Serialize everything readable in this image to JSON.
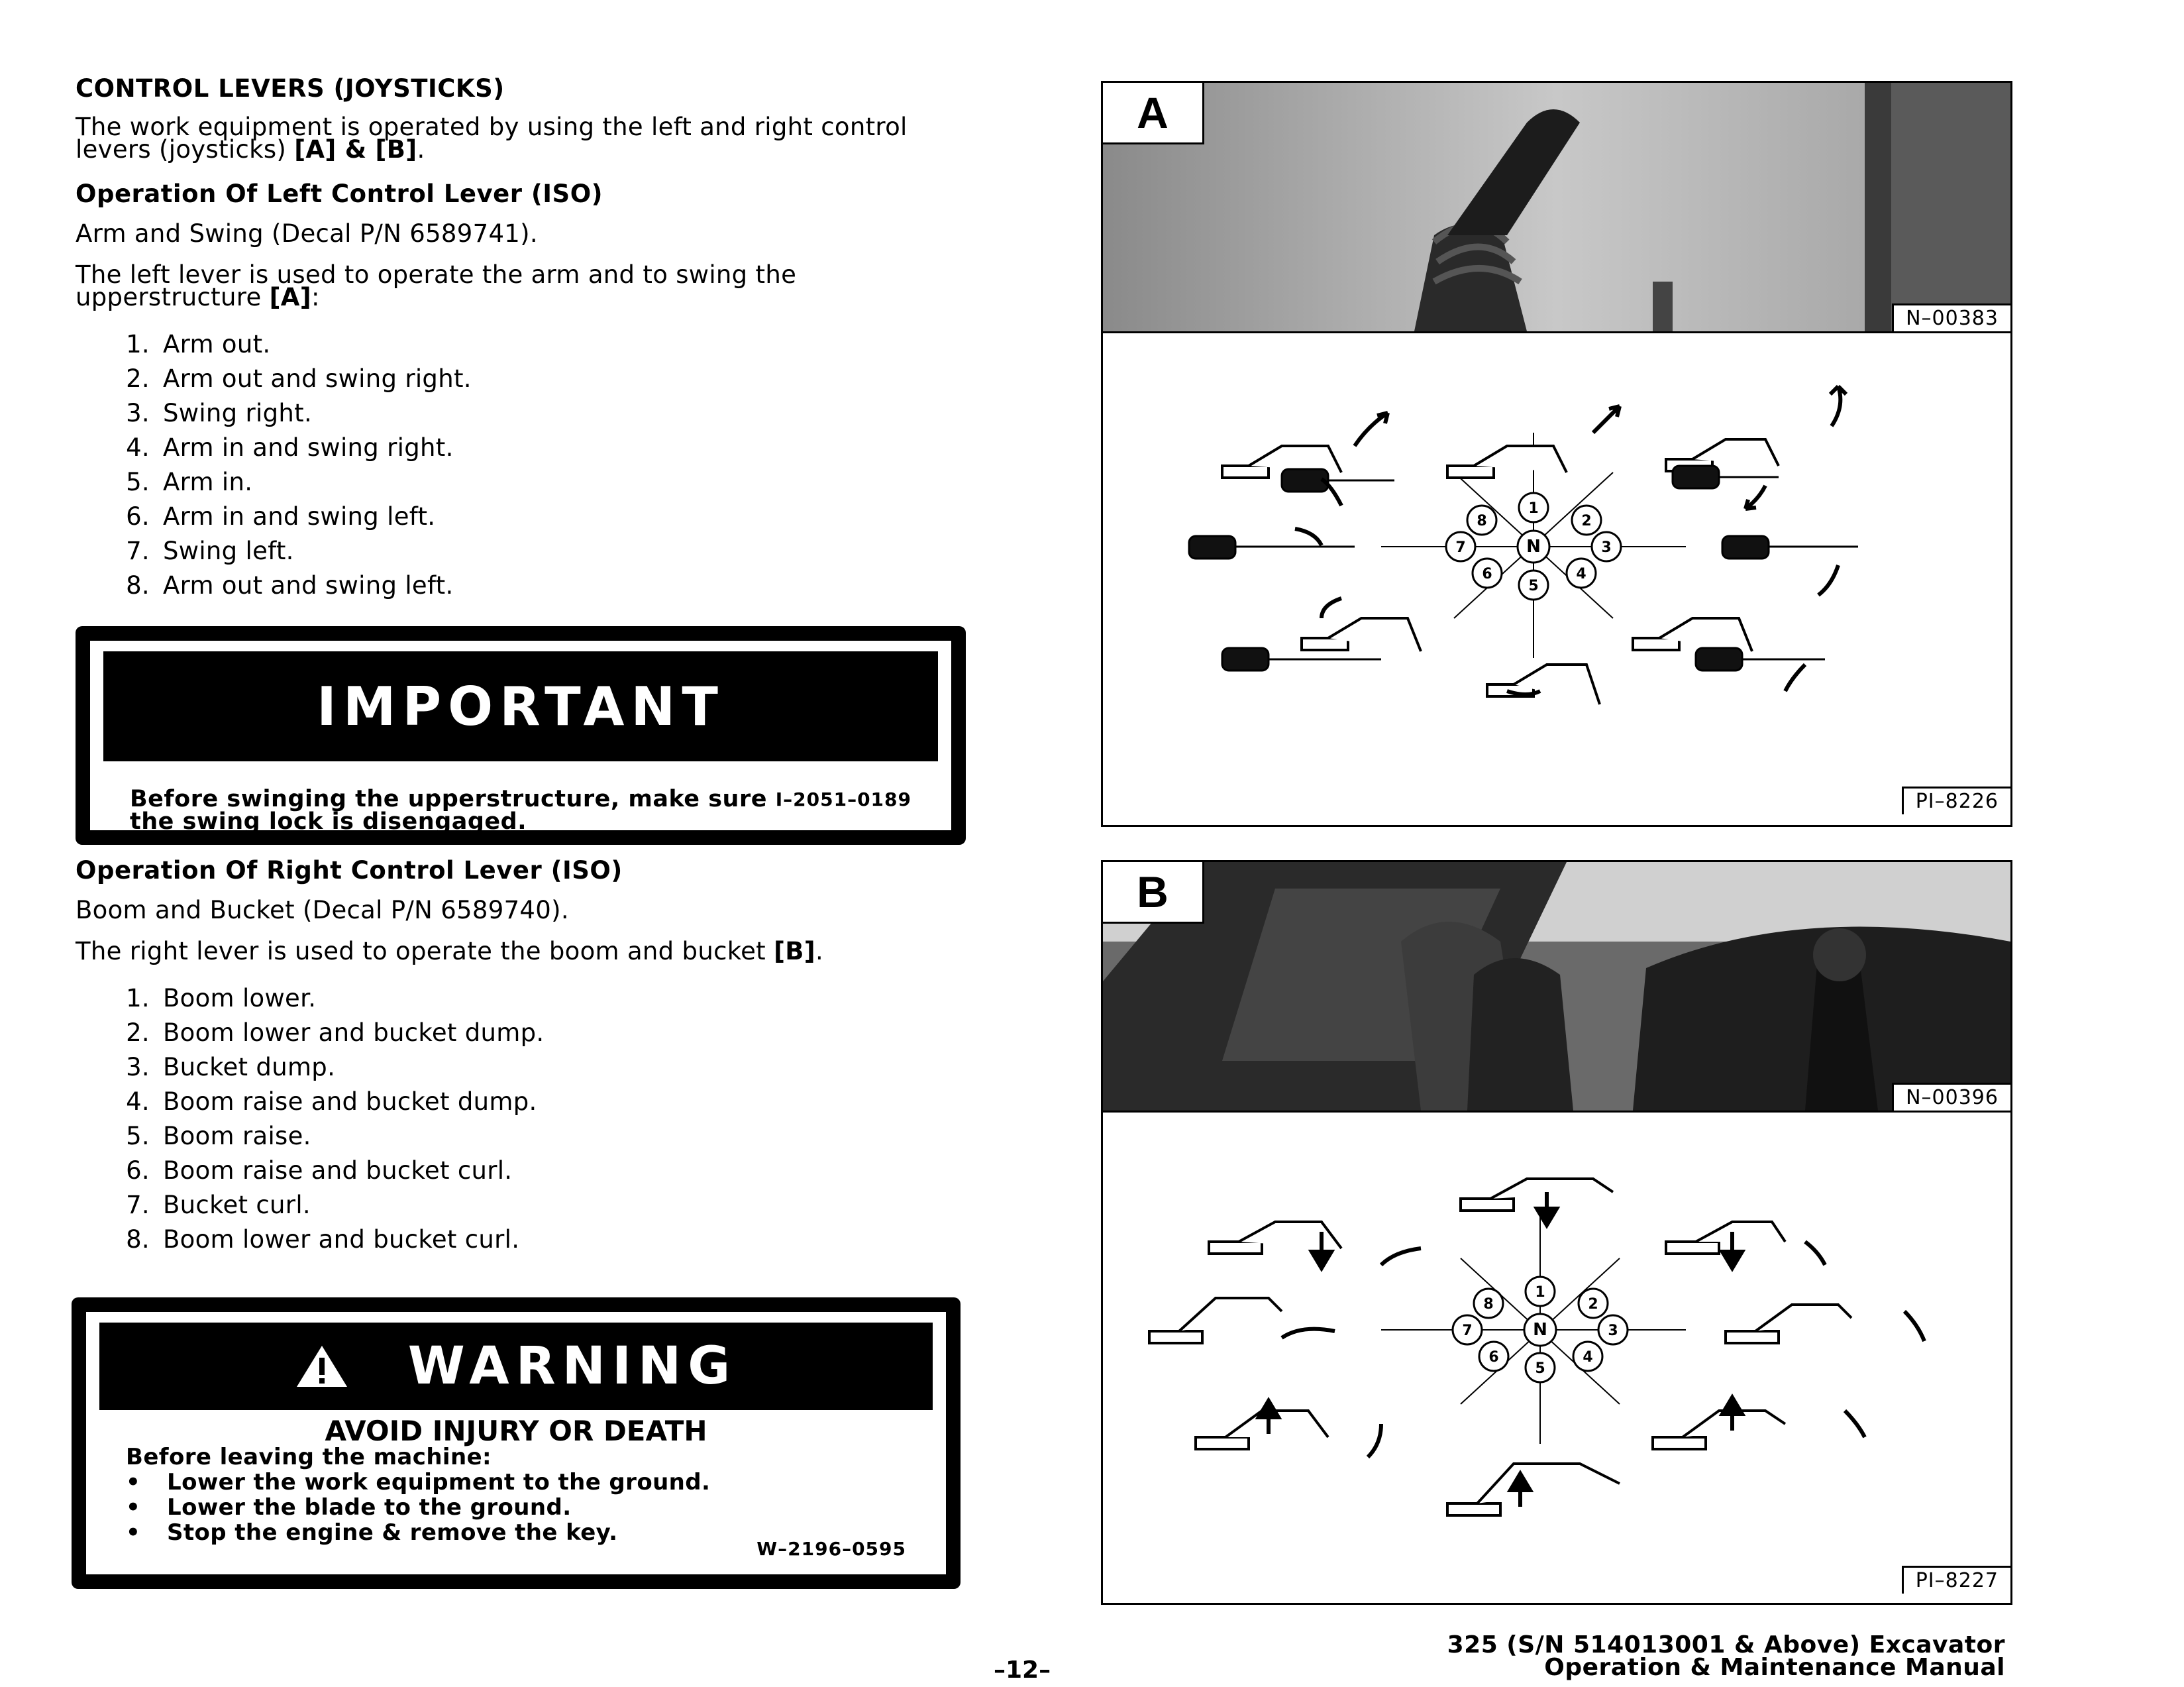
{
  "left": {
    "title": "CONTROL LEVERS (JOYSTICKS)",
    "intro_text": "The work equipment is operated by using the left and right control levers (joysticks) ",
    "intro_ref": "[A] & [B]",
    "intro_end": ".",
    "left_heading": "Operation Of Left Control Lever (ISO)",
    "left_decal": "Arm and Swing (Decal P/N 6589741).",
    "left_desc": "The left lever is used to operate the arm and to swing the upperstructure ",
    "left_desc_ref": "[A]",
    "left_desc_end": ":",
    "left_steps": [
      {
        "n": "1.",
        "t": "Arm out."
      },
      {
        "n": "2.",
        "t": "Arm out and swing right."
      },
      {
        "n": "3.",
        "t": "Swing right."
      },
      {
        "n": "4.",
        "t": "Arm in and swing right."
      },
      {
        "n": "5.",
        "t": "Arm in."
      },
      {
        "n": "6.",
        "t": "Arm in and swing left."
      },
      {
        "n": "7.",
        "t": "Swing left."
      },
      {
        "n": "8.",
        "t": "Arm out and swing left."
      }
    ],
    "right_heading": "Operation Of Right Control Lever (ISO)",
    "right_decal": "Boom and Bucket (Decal P/N 6589740).",
    "right_desc": "The right lever is used to operate the boom and bucket ",
    "right_desc_ref": "[B]",
    "right_desc_end": ".",
    "right_steps": [
      {
        "n": "1.",
        "t": "Boom lower."
      },
      {
        "n": "2.",
        "t": "Boom lower and bucket dump."
      },
      {
        "n": "3.",
        "t": "Bucket dump."
      },
      {
        "n": "4.",
        "t": "Boom raise and bucket dump."
      },
      {
        "n": "5.",
        "t": "Boom raise."
      },
      {
        "n": "6.",
        "t": "Boom raise and bucket curl."
      },
      {
        "n": "7.",
        "t": "Bucket curl."
      },
      {
        "n": "8.",
        "t": "Boom lower and bucket curl."
      }
    ]
  },
  "important": {
    "banner": "IMPORTANT",
    "line1": "Before swinging the upperstructure, make sure",
    "line2": "the swing lock is disengaged.",
    "code": "I–2051–0189"
  },
  "warning": {
    "banner": "WARNING",
    "title": "AVOID INJURY OR DEATH",
    "lead": "Before leaving the machine:",
    "bullets": [
      "Lower the work equipment to the ground.",
      "Lower the blade to the ground.",
      "Stop the engine & remove the key."
    ],
    "code": "W–2196–0595",
    "icon": "warning-triangle-icon"
  },
  "figures": {
    "a": {
      "letter": "A",
      "photo_ref": "N–00383",
      "diagram_ref": "PI–8226"
    },
    "b": {
      "letter": "B",
      "photo_ref": "N–00396",
      "diagram_ref": "PI–8227"
    },
    "dial_labels": [
      "1",
      "2",
      "3",
      "4",
      "5",
      "6",
      "7",
      "8",
      "N"
    ]
  },
  "footer": {
    "page": "–12–",
    "line1": "325 (S/N 514013001 & Above) Excavator",
    "line2": "Operation & Maintenance Manual"
  }
}
